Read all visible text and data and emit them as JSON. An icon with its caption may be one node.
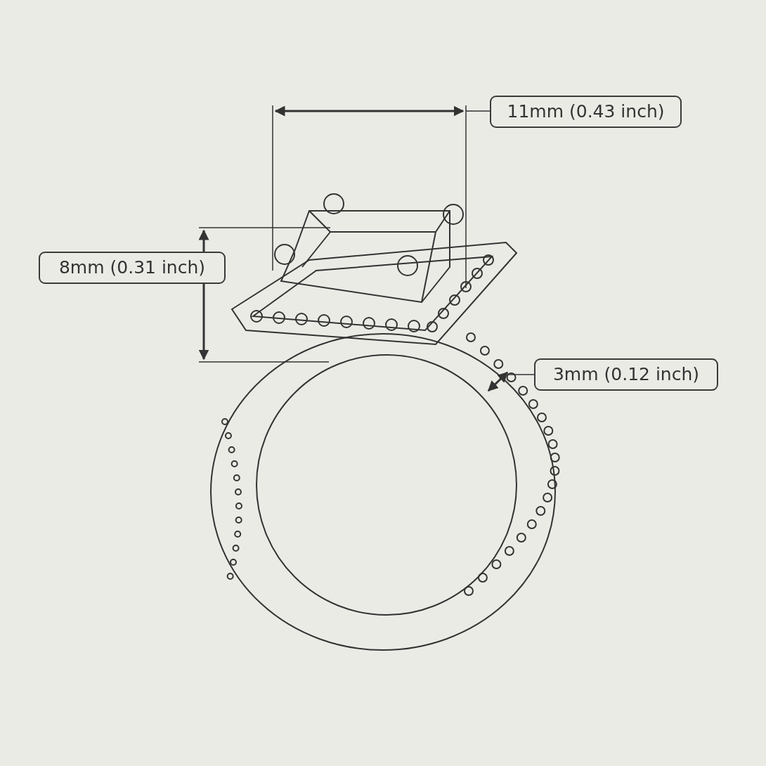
{
  "diagram": {
    "nodes": [
      {
        "text": [
          "11mm (0.43 inch)"
        ]
      },
      {
        "text": [
          "8mm (0.31 inch)"
        ]
      },
      {
        "text": [
          "3mm (0.12 inch)"
        ]
      }
    ],
    "edges": []
  }
}
